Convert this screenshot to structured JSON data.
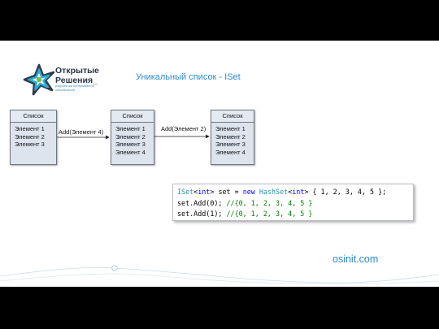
{
  "logo": {
    "title_line1": "Открытые",
    "title_line2": "Решения_",
    "subtitle": "разработка программного обеспечения"
  },
  "slide": {
    "title": "Уникальный список - ISet"
  },
  "diagram": {
    "boxes": [
      {
        "header": "Список",
        "items": [
          "Элемент 1",
          "Элемент 2",
          "Элемент 3"
        ]
      },
      {
        "header": "Список",
        "items": [
          "Элемент 1",
          "Элемент 2",
          "Элемент 3",
          "Элемент 4"
        ]
      },
      {
        "header": "Список",
        "items": [
          "Элемент 1",
          "Элемент 2",
          "Элемент 3",
          "Элемент 4"
        ]
      }
    ],
    "edges": [
      {
        "label": "Add(Элемент 4)"
      },
      {
        "label": "Add(Элемент 2)"
      }
    ]
  },
  "code": {
    "line1": {
      "t1": "ISet",
      "t2": "<",
      "t3": "int",
      "t4": "> set = ",
      "t5": "new",
      "t6": " ",
      "t7": "HashSet",
      "t8": "<",
      "t9": "int",
      "t10": "> { 1, 2, 3, 4, 5 };"
    },
    "line2": {
      "code": "set.Add(0); ",
      "comment": "//{0, 1, 2, 3, 4, 5 }"
    },
    "line3": {
      "code": "set.Add(1); ",
      "comment": "//{0, 1, 2, 3, 4, 5 }"
    }
  },
  "footer": {
    "site": "osinit.com",
    "mini_text": "— —"
  },
  "colors": {
    "accent": "#2a8bd0",
    "box_fill": "#dde4ee",
    "box_border": "#6d7682",
    "code_type": "#2b91af",
    "code_keyword": "#0000ff",
    "code_comment": "#008000"
  }
}
